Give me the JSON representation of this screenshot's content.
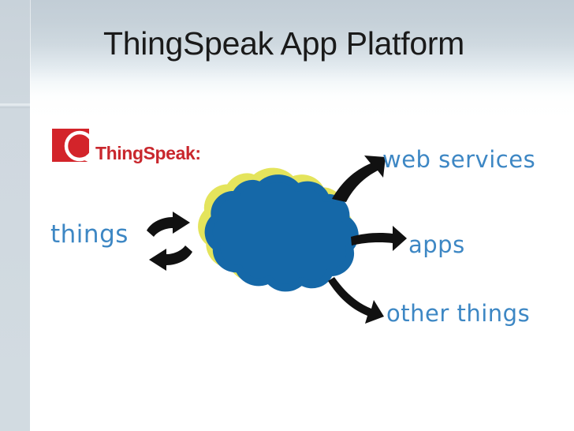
{
  "slide": {
    "title": "ThingSpeak App Platform",
    "background": {
      "top_color": "#c2cdd6",
      "bottom_color": "#ffffff",
      "sidebar_color": "#cfd8df"
    }
  },
  "logo": {
    "name": "thingspeak-logo",
    "wordmark": "ThingSpeak:",
    "mark_icon": "speech-bubble-icon",
    "mark_background_color": "#d3242a",
    "wordmark_color": "#c9272d"
  },
  "diagram": {
    "type": "concept-diagram",
    "center_node": {
      "name": "cloud",
      "icon": "cloud-icon",
      "fill_color": "#1568a8",
      "outline_color": "#e4e45c"
    },
    "labels": {
      "things": "things",
      "web_services": "web services",
      "apps": "apps",
      "other_things": "other things"
    },
    "label_color": "#3d87c4",
    "connectors": [
      {
        "name": "things-cloud-cycle-arrow",
        "icon": "bidirectional-cycle-arrow-icon",
        "from": "things",
        "to": "cloud",
        "direction": "bidirectional"
      },
      {
        "name": "cloud-web-services-arrow",
        "icon": "curved-arrow-up-right-icon",
        "from": "cloud",
        "to": "web services",
        "direction": "outgoing"
      },
      {
        "name": "cloud-apps-arrow",
        "icon": "arrow-right-icon",
        "from": "cloud",
        "to": "apps",
        "direction": "outgoing"
      },
      {
        "name": "cloud-other-things-arrow",
        "icon": "curved-arrow-down-right-icon",
        "from": "cloud",
        "to": "other things",
        "direction": "outgoing"
      }
    ],
    "arrow_color": "#111111"
  }
}
